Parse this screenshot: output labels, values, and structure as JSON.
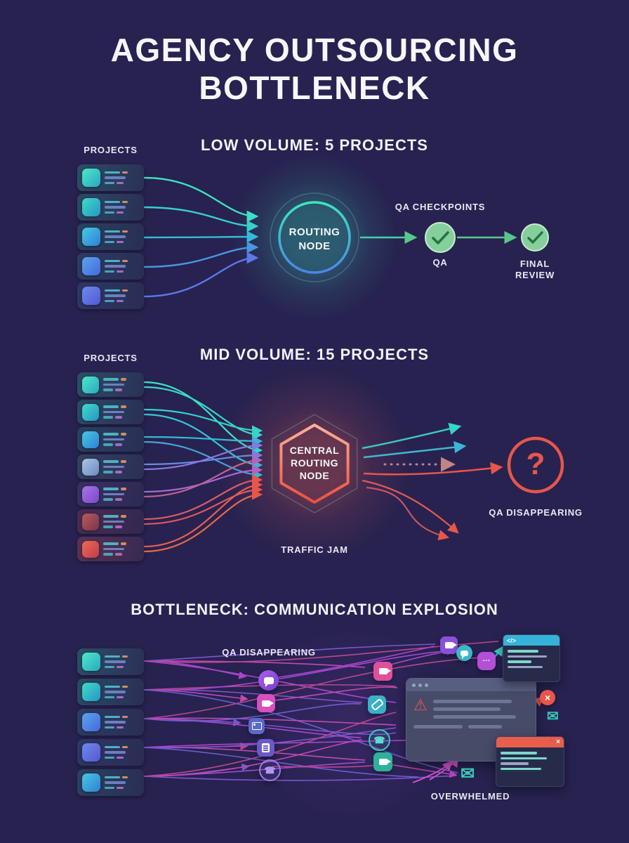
{
  "title": "AGENCY OUTSOURCING BOTTLENECK",
  "icons": {
    "phone": "☎",
    "envelope": "✉",
    "warning": "⚠",
    "close": "×",
    "dots": "···",
    "code": "</>"
  },
  "colors": {
    "background": "#272250",
    "teal": "#3ee6c0",
    "red": "#e8564a",
    "green": "#58c88a",
    "purple": "#c44fe8"
  },
  "section1": {
    "heading": "LOW VOLUME: 5 PROJECTS",
    "projects_label": "PROJECTS",
    "node_label": "ROUTING NODE",
    "qa_checkpoints_label": "QA CHECKPOINTS",
    "qa_label": "QA",
    "final_review_label": "FINAL REVIEW",
    "cards": [
      "teal",
      "teal2",
      "cyan",
      "blue",
      "indigo"
    ]
  },
  "section2": {
    "heading": "MID VOLUME: 15 PROJECTS",
    "projects_label": "PROJECTS",
    "node_label": "CENTRAL ROUTING NODE",
    "traffic_jam_label": "TRAFFIC JAM",
    "question_mark": "?",
    "qa_disappearing_label": "QA DISAPPEARING",
    "cards": [
      "teal",
      "teal2",
      "cyan",
      "steel",
      "purple",
      "darkred",
      "red"
    ]
  },
  "section3": {
    "heading": "BOTTLENECK: COMMUNICATION EXPLOSION",
    "qa_disappearing_label": "QA DISAPPEARING",
    "overwhelmed_label": "OVERWHELMED",
    "cards": [
      "teal",
      "teal2",
      "blue",
      "indigo",
      "cyan"
    ]
  }
}
